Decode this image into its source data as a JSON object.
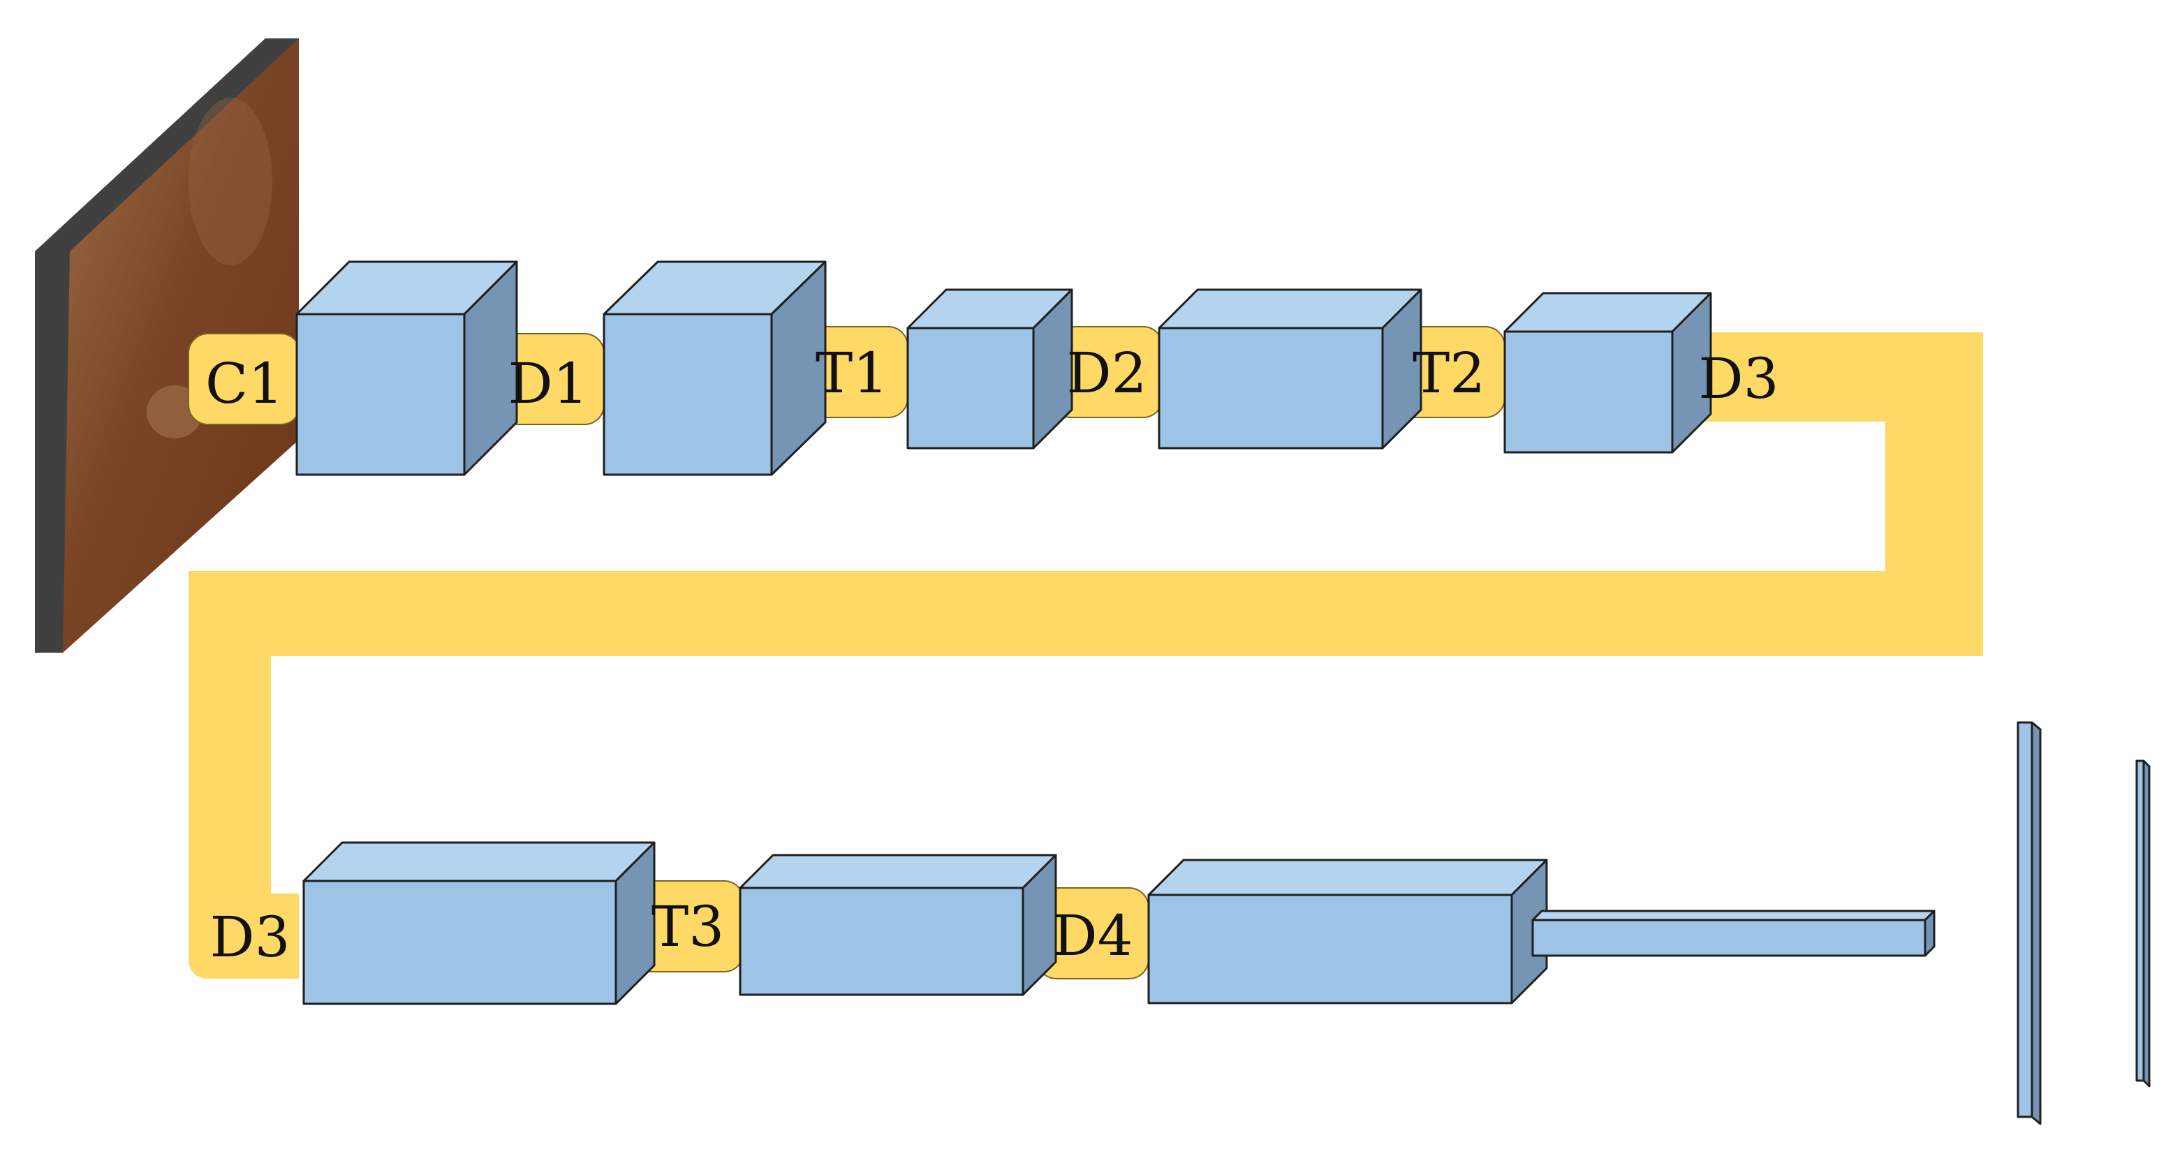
{
  "colors": {
    "connector": "#FED966",
    "connector_stroke": "#7a6320",
    "block_front": "#9DC3E6",
    "block_top": "#B4D3EE",
    "block_side": "#7695B5",
    "block_stroke": "#1f1f1f",
    "input_frame": "#404040",
    "input_image_dark": "#6b3418",
    "input_image_light": "#a0704a"
  },
  "input_image": {
    "name": "input-image"
  },
  "layers": [
    {
      "id": "c1",
      "label": "C1"
    },
    {
      "id": "d1",
      "label": "D1"
    },
    {
      "id": "t1",
      "label": "T1"
    },
    {
      "id": "d2",
      "label": "D2"
    },
    {
      "id": "t2",
      "label": "T2"
    },
    {
      "id": "d3a",
      "label": "D3"
    },
    {
      "id": "d3b",
      "label": "D3"
    },
    {
      "id": "t3",
      "label": "T3"
    },
    {
      "id": "d4",
      "label": "D4"
    }
  ]
}
